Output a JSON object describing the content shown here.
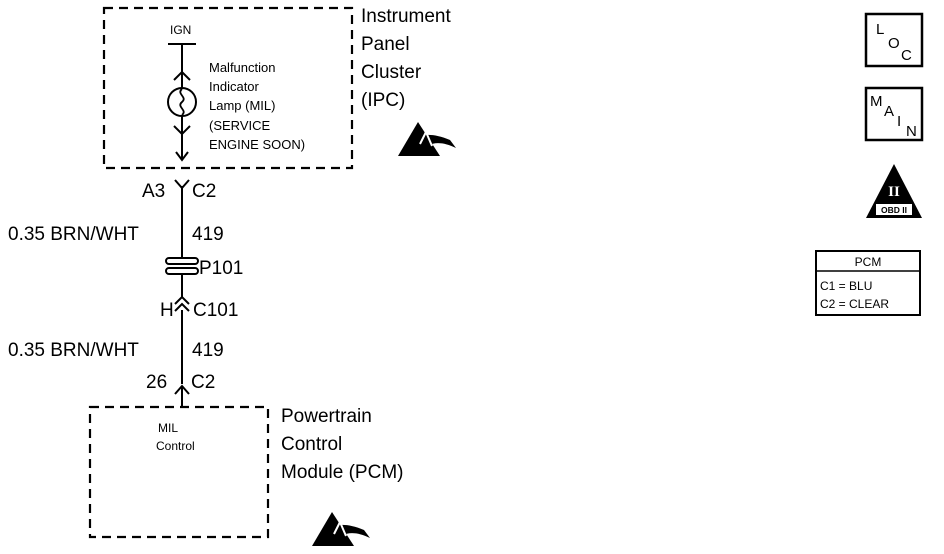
{
  "ipc": {
    "name_lines": [
      "Instrument",
      "Panel",
      "Cluster",
      "(IPC)"
    ],
    "ign_label": "IGN",
    "lamp_lines": [
      "Malfunction",
      "Indicator",
      "Lamp (MIL)",
      "(SERVICE",
      "ENGINE SOON)"
    ]
  },
  "connector_ipc": {
    "pin": "A3",
    "connector": "C2"
  },
  "wire_upper": {
    "gauge_color": "0.35 BRN/WHT",
    "circuit": "419"
  },
  "splice": {
    "label": "P101"
  },
  "inline_connector": {
    "pin": "H",
    "connector": "C101"
  },
  "wire_lower": {
    "gauge_color": "0.35 BRN/WHT",
    "circuit": "419"
  },
  "connector_pcm": {
    "pin": "26",
    "connector": "C2"
  },
  "pcm": {
    "name_lines": [
      "Powertrain",
      "Control",
      "Module (PCM)"
    ],
    "internal_lines": [
      "MIL",
      "Control"
    ]
  },
  "icons": {
    "loc": {
      "chars": [
        "L",
        "O",
        "C"
      ]
    },
    "main": {
      "chars": [
        "M",
        "A",
        "I",
        "N"
      ]
    },
    "obd": {
      "numeral": "II",
      "label": "OBD II"
    }
  },
  "legend": {
    "title": "PCM",
    "rows": [
      "C1 = BLU",
      "C2 = CLEAR"
    ]
  }
}
